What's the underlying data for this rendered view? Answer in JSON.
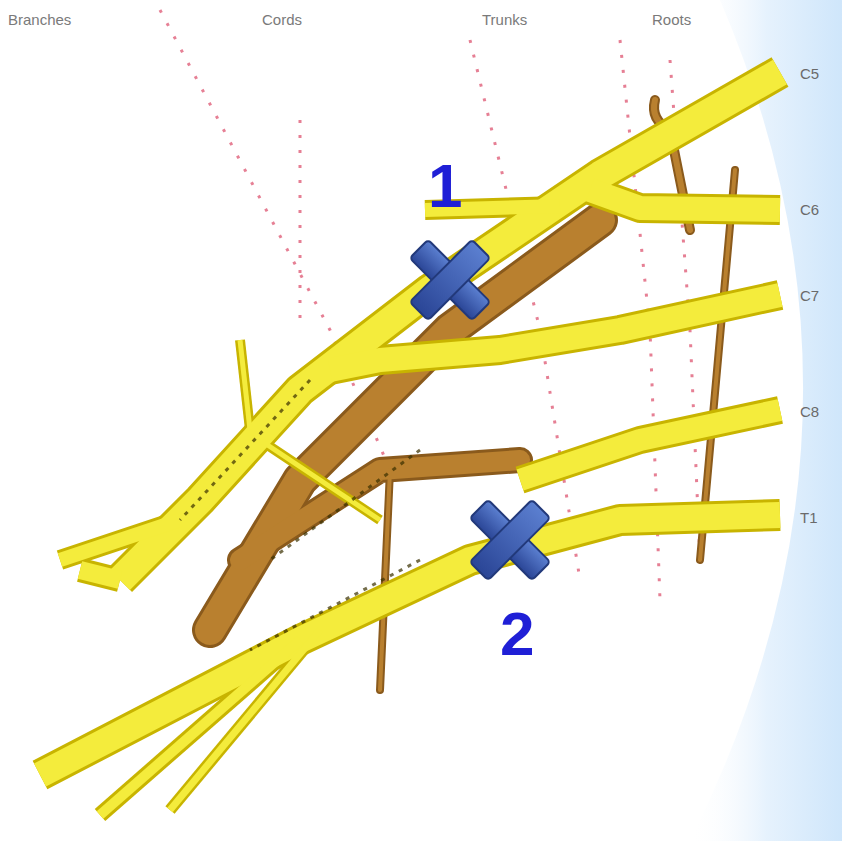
{
  "diagram": {
    "labels": [
      "Branches",
      "Cords",
      "Trunks",
      "Roots",
      "C5",
      "C6",
      "C7",
      "C8",
      "T1",
      "1",
      "2"
    ]
  }
}
